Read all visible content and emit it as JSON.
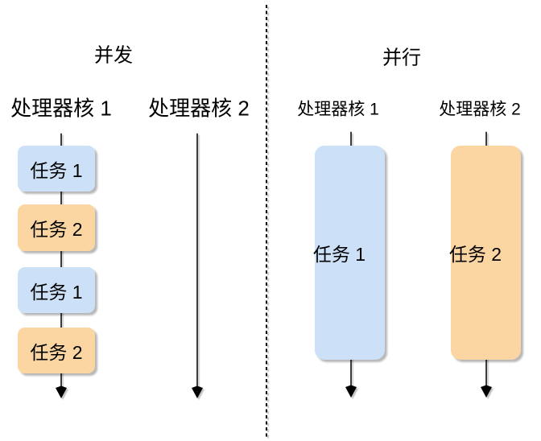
{
  "colors": {
    "background": "#ffffff",
    "task1_fill": "#cce0f7",
    "task2_fill": "#fbd6a2",
    "line": "#000000",
    "text": "#000000"
  },
  "left_section": {
    "title": "并发",
    "core1_label": "处理器核 1",
    "core2_label": "处理器核 2",
    "core1_tasks": [
      "任务 1",
      "任务 2",
      "任务 1",
      "任务 2"
    ]
  },
  "right_section": {
    "title": "并行",
    "core1_label": "处理器核 1",
    "core2_label": "处理器核 2",
    "core1_task": "任务 1",
    "core2_task": "任务 2"
  }
}
